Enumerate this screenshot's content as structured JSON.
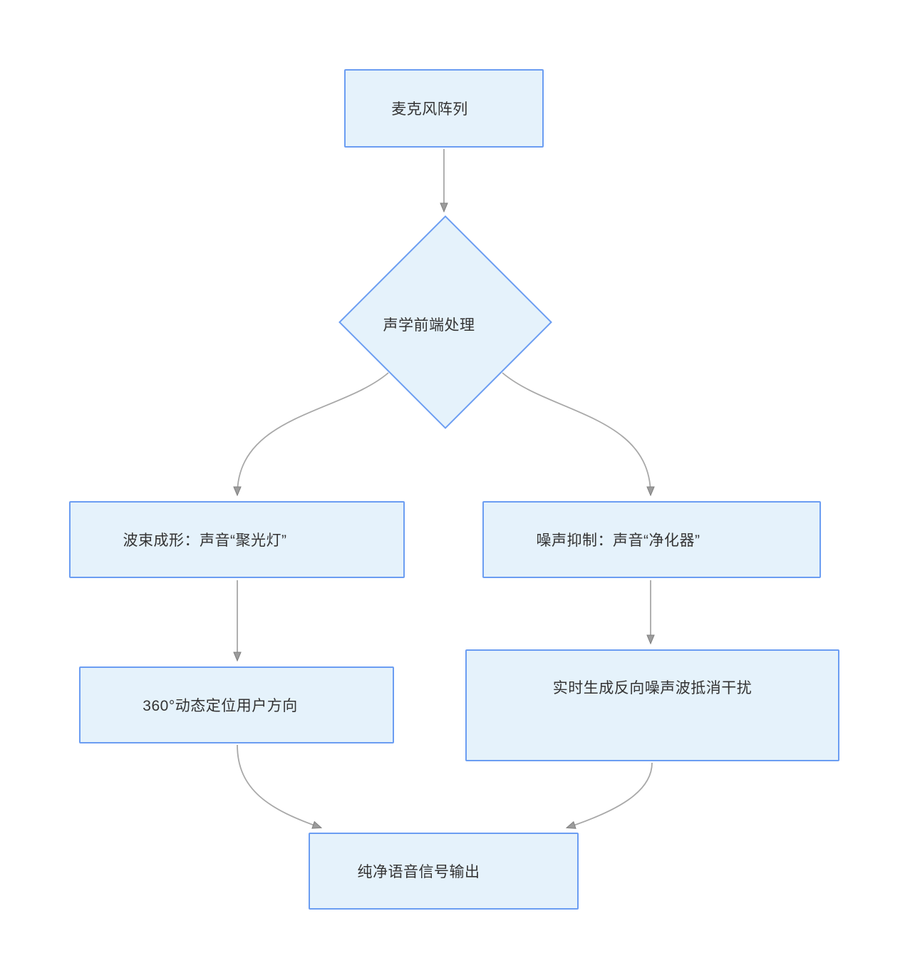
{
  "diagram": {
    "type": "flowchart",
    "direction": "top-down",
    "colors": {
      "node_fill": "#e5f2fb",
      "node_border": "#6b9df2",
      "connector": "#a8a8a8",
      "arrowhead": "#9c9c9c",
      "text": "#333333"
    },
    "nodes": [
      {
        "id": "mic-array",
        "shape": "rectangle",
        "label": "麦克风阵列"
      },
      {
        "id": "acoustic-frontend",
        "shape": "diamond",
        "label": "声学前端处理"
      },
      {
        "id": "beamforming",
        "shape": "rectangle",
        "label": "波束成形：声音“聚光灯”"
      },
      {
        "id": "noise-suppression",
        "shape": "rectangle",
        "label": "噪声抑制：声音“净化器”"
      },
      {
        "id": "locate-user",
        "shape": "rectangle",
        "label": "360°动态定位用户方向"
      },
      {
        "id": "anti-noise",
        "shape": "rectangle",
        "label": "实时生成反向噪声波抵消干扰"
      },
      {
        "id": "clean-output",
        "shape": "rectangle",
        "label": "纯净语音信号输出"
      }
    ],
    "edges": [
      {
        "from": "mic-array",
        "to": "acoustic-frontend"
      },
      {
        "from": "acoustic-frontend",
        "to": "beamforming"
      },
      {
        "from": "acoustic-frontend",
        "to": "noise-suppression"
      },
      {
        "from": "beamforming",
        "to": "locate-user"
      },
      {
        "from": "noise-suppression",
        "to": "anti-noise"
      },
      {
        "from": "locate-user",
        "to": "clean-output"
      },
      {
        "from": "anti-noise",
        "to": "clean-output"
      }
    ]
  }
}
